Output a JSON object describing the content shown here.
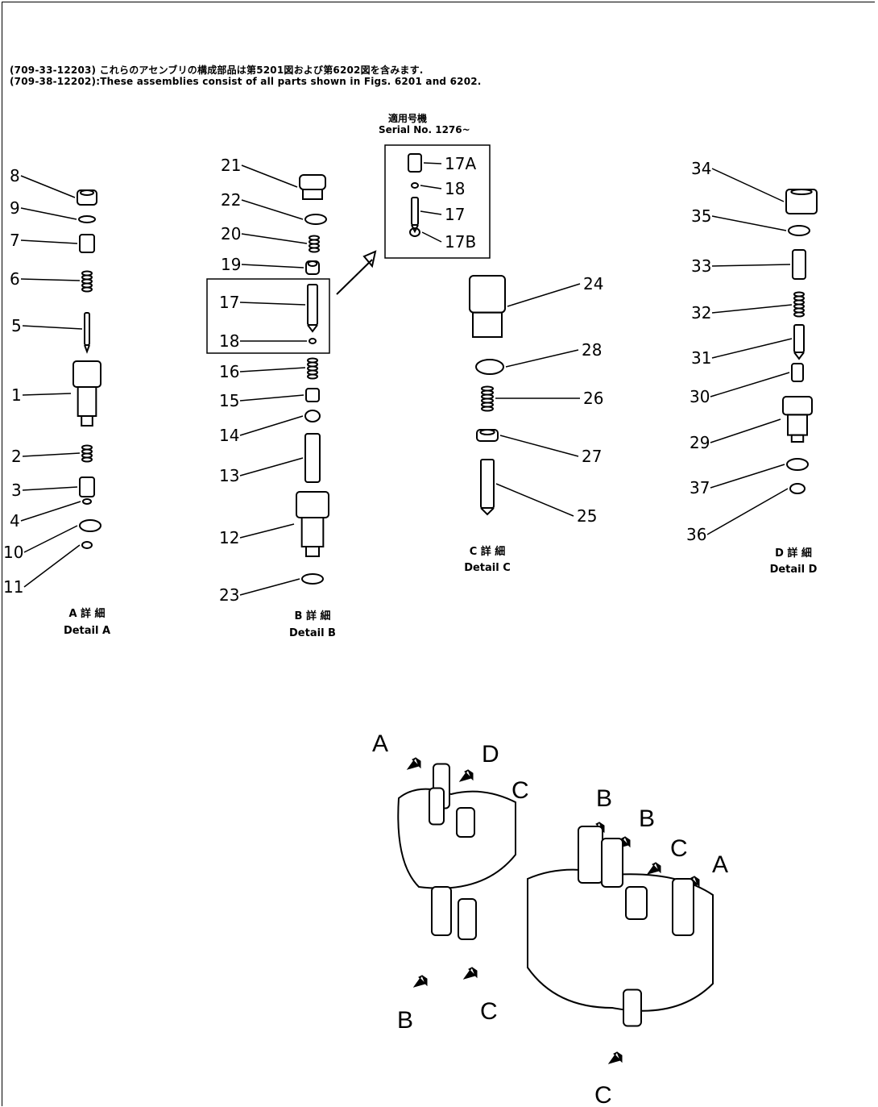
{
  "header": {
    "line_jp": "(709-33-12203) これらのアセンブリの構成部品は第5201図および第6202図を含みます.",
    "line_en": "(709-38-12202):These assemblies consist of all parts shown in Figs. 6201 and 6202."
  },
  "serial": {
    "jp": "適用号機",
    "en": "Serial No. 1276~"
  },
  "detail_a": {
    "jp": "A 詳 細",
    "en": "Detail A",
    "parts": [
      "8",
      "9",
      "7",
      "6",
      "5",
      "1",
      "2",
      "3",
      "4",
      "10",
      "11"
    ]
  },
  "detail_b": {
    "jp": "B 詳 細",
    "en": "Detail B",
    "parts": [
      "21",
      "22",
      "20",
      "19",
      "17",
      "18",
      "16",
      "15",
      "14",
      "13",
      "12",
      "23"
    ]
  },
  "serial_box": {
    "parts": [
      "17A",
      "18",
      "17",
      "17B"
    ]
  },
  "detail_c": {
    "jp": "C 詳 細",
    "en": "Detail C",
    "parts": [
      "24",
      "28",
      "26",
      "27",
      "25"
    ]
  },
  "detail_d": {
    "jp": "D 詳 細",
    "en": "Detail D",
    "parts": [
      "34",
      "35",
      "33",
      "32",
      "31",
      "30",
      "29",
      "37",
      "36"
    ]
  },
  "assembly_callouts": [
    "A",
    "D",
    "C",
    "B",
    "B",
    "C",
    "A",
    "B",
    "C",
    "C"
  ]
}
